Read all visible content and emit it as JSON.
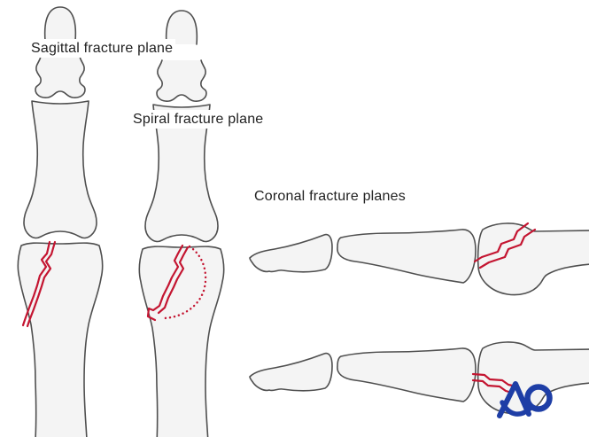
{
  "labels": {
    "sagittal": "Sagittal fracture plane",
    "spiral": "Spiral fracture plane",
    "coronal": "Coronal fracture planes"
  },
  "logo": {
    "text": "AO"
  },
  "colors": {
    "background": "#ffffff",
    "bone_fill": "#f4f4f4",
    "bone_outline": "#4f4f4f",
    "fracture_line": "#c41531",
    "label_text": "#212121",
    "logo_blue": "#1e3ea6"
  },
  "illustrations": [
    {
      "name": "finger-frontal-view-sagittal-fracture"
    },
    {
      "name": "finger-frontal-view-spiral-fracture"
    },
    {
      "name": "finger-lateral-view-oblique-coronal-fracture"
    },
    {
      "name": "finger-lateral-view-horizontal-coronal-fracture"
    }
  ]
}
